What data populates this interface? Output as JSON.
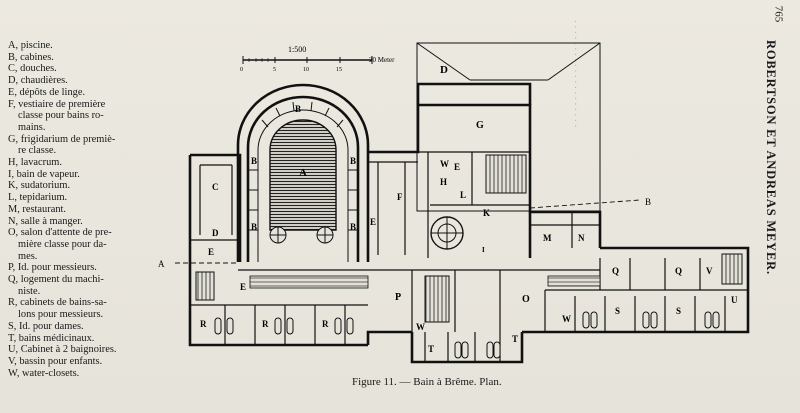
{
  "page": {
    "number": "765"
  },
  "side_title": "ROBERTSON ET ANDREAS MEYER.",
  "scale": {
    "label": "1:500",
    "ticks": [
      "0",
      "5",
      "10",
      "15",
      "20 Meter"
    ]
  },
  "legend": [
    {
      "text": "A, piscine.",
      "indent": false
    },
    {
      "text": "B, cabines.",
      "indent": false
    },
    {
      "text": "C, douches.",
      "indent": false
    },
    {
      "text": "D, chaudières.",
      "indent": false
    },
    {
      "text": "E, dépôts de linge.",
      "indent": false
    },
    {
      "text": "F, vestiaire de première",
      "indent": false
    },
    {
      "text": "classe pour bains ro-",
      "indent": true
    },
    {
      "text": "mains.",
      "indent": true
    },
    {
      "text": "G, frigidarium de premiè-",
      "indent": false
    },
    {
      "text": "re classe.",
      "indent": true
    },
    {
      "text": "H, lavacrum.",
      "indent": false
    },
    {
      "text": "I, bain de vapeur.",
      "indent": false
    },
    {
      "text": "K, sudatorium.",
      "indent": false
    },
    {
      "text": "L, tepidarium.",
      "indent": false
    },
    {
      "text": "M, restaurant.",
      "indent": false
    },
    {
      "text": "N, salle à manger.",
      "indent": false
    },
    {
      "text": "O, salon d'attente de pre-",
      "indent": false
    },
    {
      "text": "mière classe pour da-",
      "indent": true
    },
    {
      "text": "mes.",
      "indent": true
    },
    {
      "text": "P, Id. pour messieurs.",
      "indent": false
    },
    {
      "text": "Q, logement du machi-",
      "indent": false
    },
    {
      "text": "niste.",
      "indent": true
    },
    {
      "text": "R, cabinets de bains-sa-",
      "indent": false
    },
    {
      "text": "lons pour messieurs.",
      "indent": true
    },
    {
      "text": "S, Id. pour dames.",
      "indent": false
    },
    {
      "text": "T, bains médicinaux.",
      "indent": false
    },
    {
      "text": "U, Cabinet à 2 baignoires.",
      "indent": false
    },
    {
      "text": "V, bassin pour enfants.",
      "indent": false
    },
    {
      "text": "W, water-closets.",
      "indent": false
    }
  ],
  "caption": "Figure 11. — Bain à Brême. Plan.",
  "plan_labels": {
    "A": "A",
    "B": "B",
    "C": "C",
    "D": "D",
    "E": "E",
    "F": "F",
    "G": "G",
    "H": "H",
    "I": "I",
    "K": "K",
    "L": "L",
    "M": "M",
    "N": "N",
    "O": "O",
    "P": "P",
    "Q": "Q",
    "R": "R",
    "S": "S",
    "T": "T",
    "U": "U",
    "V": "V",
    "W": "W"
  },
  "section_marks": {
    "A": "A",
    "B": "B"
  }
}
